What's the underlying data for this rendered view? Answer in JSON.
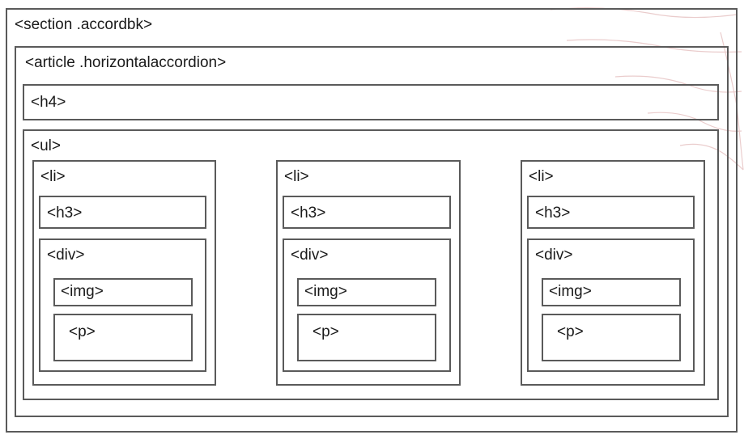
{
  "diagram": {
    "section_label": "<section .accordbk>",
    "article_label": "<article .horizontalaccordion>",
    "h4_label": "<h4>",
    "ul_label": "<ul>",
    "items": [
      {
        "li_label": "<li>",
        "h3_label": "<h3>",
        "div_label": "<div>",
        "img_label": "<img>",
        "p_label": "<p>"
      },
      {
        "li_label": "<li>",
        "h3_label": "<h3>",
        "div_label": "<div>",
        "img_label": "<img>",
        "p_label": "<p>"
      },
      {
        "li_label": "<li>",
        "h3_label": "<h3>",
        "div_label": "<div>",
        "img_label": "<img>",
        "p_label": "<p>"
      }
    ]
  },
  "colors": {
    "border": "#5a5a5a",
    "text": "#1a1a1a",
    "watermark": "#c0392b"
  }
}
